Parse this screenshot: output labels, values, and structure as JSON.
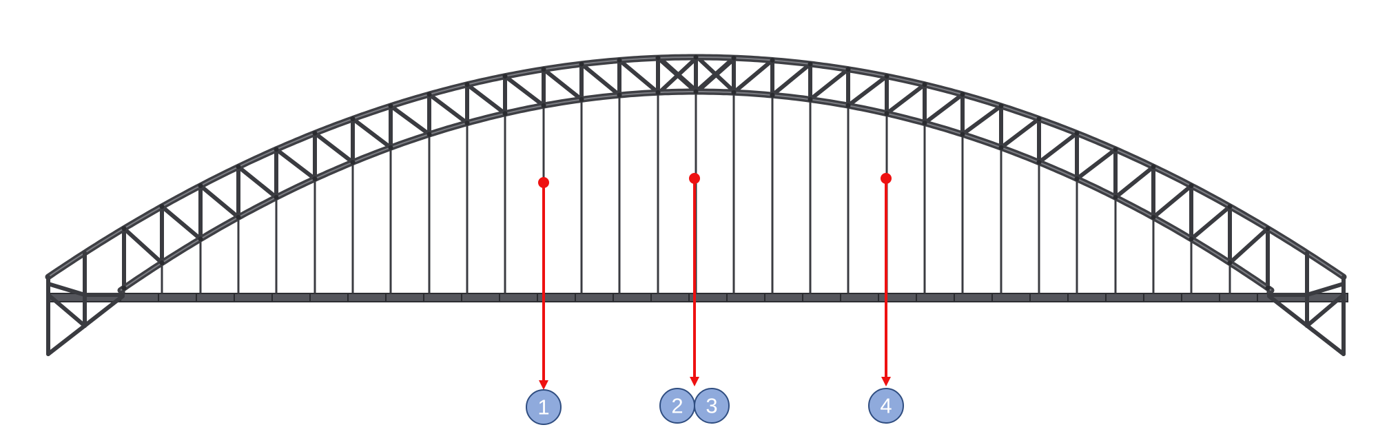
{
  "load_markers": [
    {
      "label": "1"
    },
    {
      "label": "2"
    },
    {
      "label": "3"
    },
    {
      "label": "4"
    }
  ],
  "colors": {
    "steel": "#3e3f44",
    "load_arrow": "#ee1111",
    "marker_fill": "#8faadc",
    "marker_stroke": "#2f4d80"
  }
}
